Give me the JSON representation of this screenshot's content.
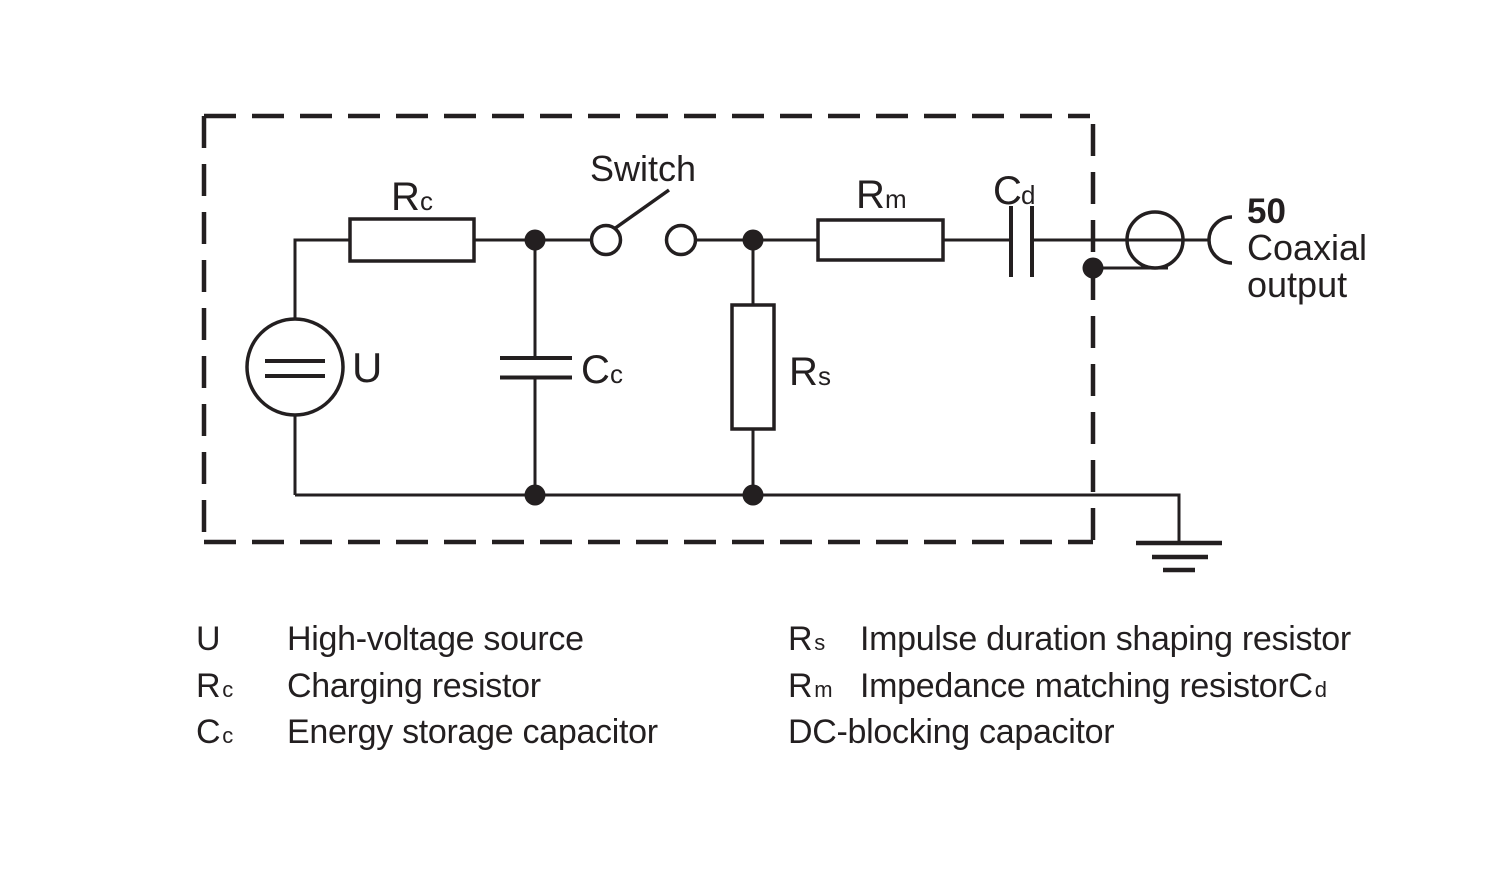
{
  "figure": {
    "ink_color": "#231f20",
    "background_color": "#ffffff"
  },
  "diagram": {
    "switch_label": "Switch",
    "source_label": "U",
    "rc": {
      "main": "R",
      "sub": "c"
    },
    "cc": {
      "main": "C",
      "sub": "c"
    },
    "rs": {
      "main": "R",
      "sub": "s"
    },
    "rm": {
      "main": "R",
      "sub": "m"
    },
    "cd": {
      "main": "C",
      "sub": "d"
    },
    "output": {
      "impedance": "50",
      "line1": "Coaxial",
      "line2": "output"
    }
  },
  "legend": {
    "left": [
      {
        "label": "U",
        "label_sub": "",
        "desc": "High-voltage source"
      },
      {
        "label": "R",
        "label_sub": "c",
        "desc": "Charging resistor"
      },
      {
        "label": "C",
        "label_sub": "c",
        "desc": "Energy storage capacitor"
      }
    ],
    "right": [
      {
        "label": "R",
        "label_sub": "s",
        "desc": "Impulse duration shaping resistor",
        "desc_sub": ""
      },
      {
        "label": "R",
        "label_sub": "m",
        "desc": "Impedance matching resistorC",
        "desc_sub": "d"
      },
      {
        "label": "",
        "label_sub": "",
        "desc": "DC-blocking capacitor",
        "desc_sub": ""
      }
    ]
  }
}
